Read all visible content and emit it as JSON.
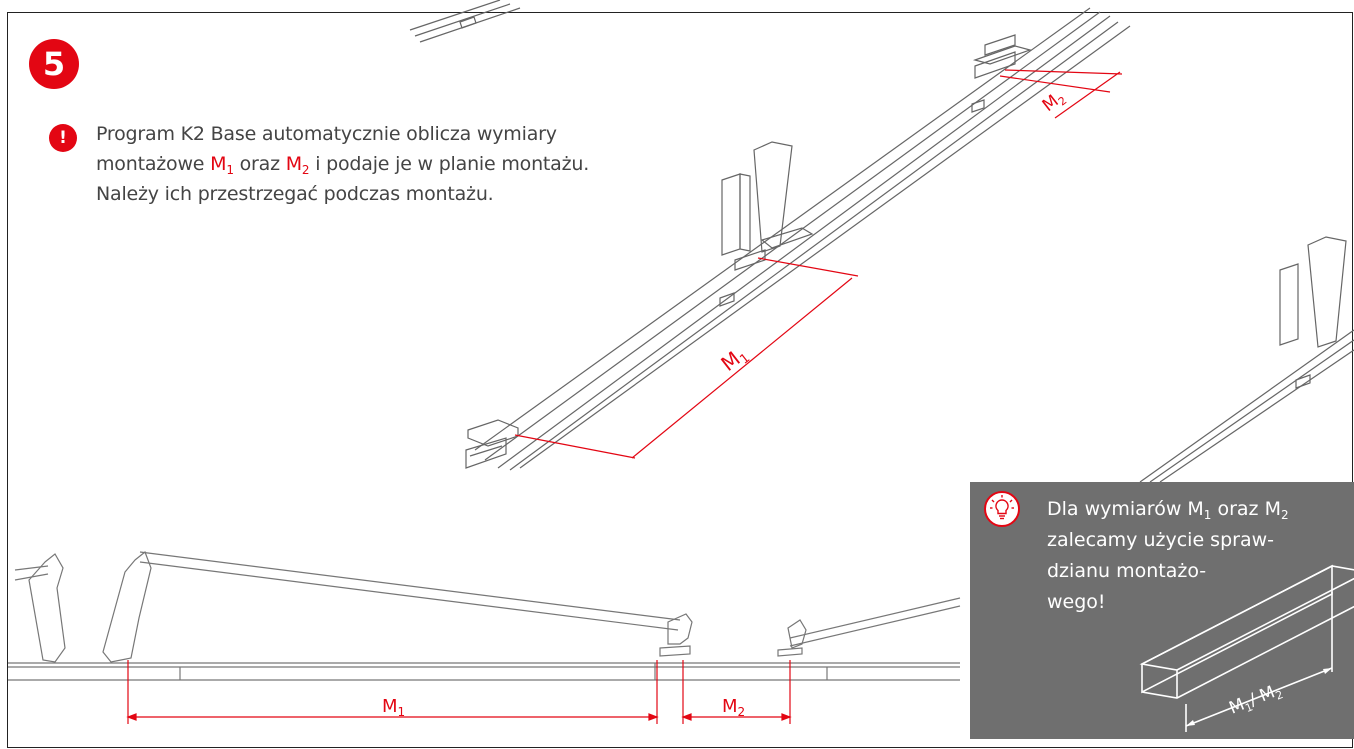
{
  "step": {
    "number": "5"
  },
  "note": {
    "marker": "!",
    "line1": "Program K2 Base automatycznie oblicza wymiary",
    "line2_a": "montażowe ",
    "m1_main": "M",
    "m1_sub": "1",
    "line2_b": " oraz ",
    "m2_main": "M",
    "m2_sub": "2",
    "line2_c": " i podaje je w planie montażu.",
    "line3": "Należy ich przestrzegać podczas montażu."
  },
  "figure": {
    "dim_m1_main": "M",
    "dim_m1_sub": "1",
    "dim_m2_main": "M",
    "dim_m2_sub": "2"
  },
  "tip": {
    "icon": "lightbulb-icon",
    "line1_a": "Dla wymiarów M",
    "line1_sub1": "1",
    "line1_b": " oraz M",
    "line1_sub2": "2",
    "line2": "zalecamy użycie spraw-",
    "line3": "dzianu montażo-",
    "line4": "wego!",
    "gauge_main1": "M",
    "gauge_sub1": "1",
    "gauge_sep": "/ M",
    "gauge_sub2": "2"
  },
  "colors": {
    "accent": "#e30613",
    "tip_background": "#6f6f6f",
    "line": "#555555"
  }
}
